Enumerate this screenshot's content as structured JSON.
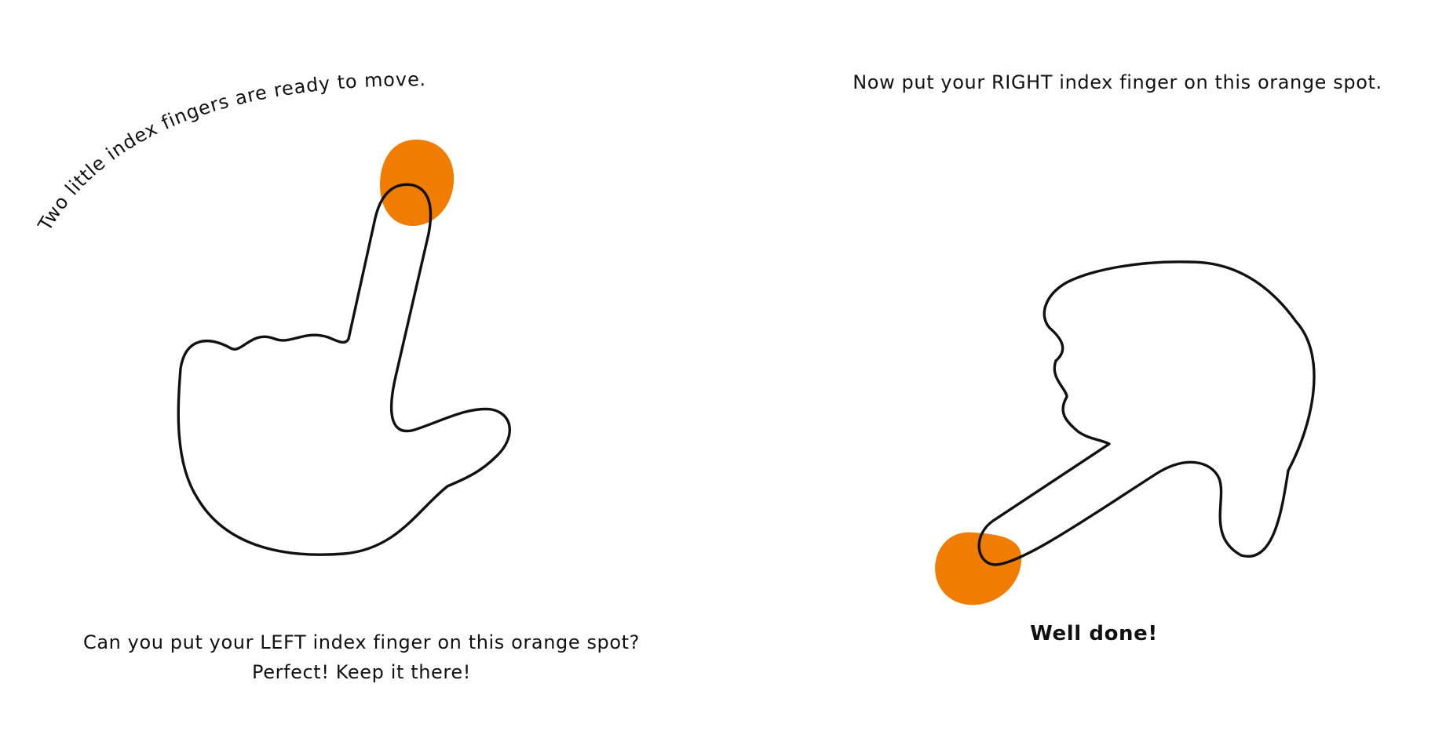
{
  "left_page": {
    "arc_caption": "Two little index fingers are ready to move.",
    "bottom_caption_line1": "Can you put your LEFT index finger on this orange spot?",
    "bottom_caption_line2": "Perfect! Keep it there!"
  },
  "right_page": {
    "top_caption": "Now put your RIGHT index finger on this orange spot.",
    "bottom_caption": "Well done!"
  },
  "colors": {
    "spot": "#f07d00",
    "line": "#111111",
    "background": "#ffffff"
  },
  "icons": {
    "left": "pointing-hand-outline-icon",
    "right": "pointing-hand-outline-icon",
    "spot": "orange-spot-icon"
  }
}
